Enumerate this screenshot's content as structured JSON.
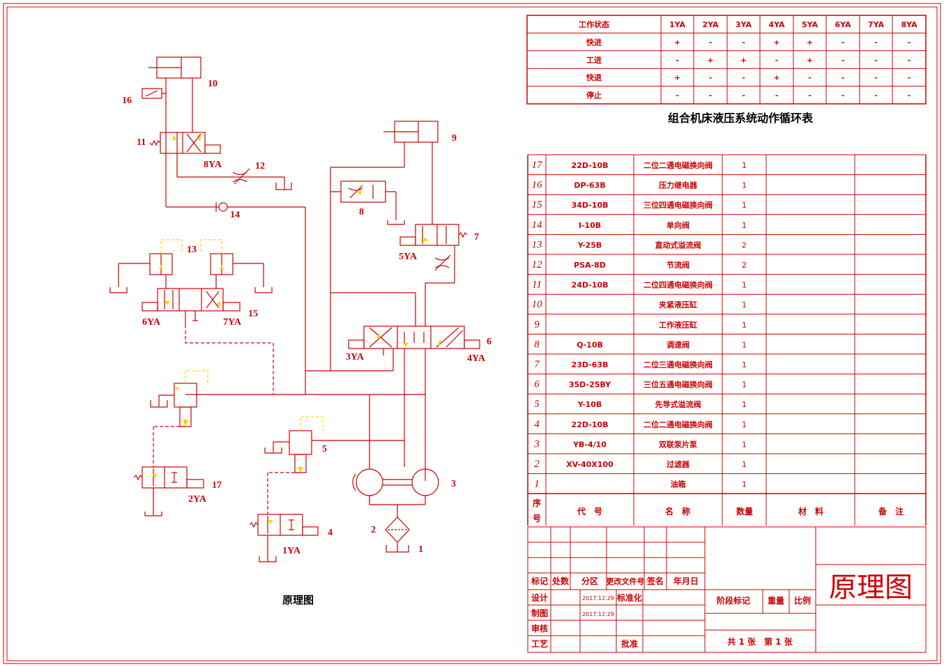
{
  "diagram": {
    "caption": "原理图",
    "labels": {
      "n1": "1",
      "n2": "2",
      "n3": "3",
      "n4": "4",
      "n5": "5",
      "n6": "6",
      "n7": "7",
      "n8": "8",
      "n9": "9",
      "n10": "10",
      "n11": "11",
      "n12": "12",
      "n13": "13",
      "n14": "14",
      "n15": "15",
      "n16": "16",
      "n17": "17",
      "ya1": "1YA",
      "ya2": "2YA",
      "ya3": "3YA",
      "ya4": "4YA",
      "ya5": "5YA",
      "ya6": "6YA",
      "ya7": "7YA",
      "ya8": "8YA"
    }
  },
  "action_table": {
    "title": "组合机床液压系统动作循环表",
    "header": [
      "工作状态",
      "1YA",
      "2YA",
      "3YA",
      "4YA",
      "5YA",
      "6YA",
      "7YA",
      "8YA"
    ],
    "rows": [
      [
        "快进",
        "+",
        "-",
        "-",
        "+",
        "+",
        "-",
        "-",
        "-"
      ],
      [
        "工进",
        "-",
        "+",
        "+",
        "-",
        "+",
        "-",
        "-",
        "-"
      ],
      [
        "快退",
        "+",
        "-",
        "-",
        "+",
        "-",
        "-",
        "-",
        "-"
      ],
      [
        "停止",
        "-",
        "-",
        "-",
        "-",
        "-",
        "-",
        "-",
        "-"
      ]
    ]
  },
  "parts_list": {
    "rows": [
      [
        "17",
        "22D-10B",
        "二位二通电磁换向阀",
        "1"
      ],
      [
        "16",
        "DP-63B",
        "压力继电器",
        "1"
      ],
      [
        "15",
        "34D-10B",
        "三位四通电磁换向阀",
        "1"
      ],
      [
        "14",
        "I-10B",
        "单向阀",
        "1"
      ],
      [
        "13",
        "Y-25B",
        "直动式溢流阀",
        "2"
      ],
      [
        "12",
        "PSA-8D",
        "节流阀",
        "2"
      ],
      [
        "11",
        "24D-10B",
        "二位四通电磁换向阀",
        "1"
      ],
      [
        "10",
        "",
        "夹紧液压缸",
        "1"
      ],
      [
        "9",
        "",
        "工作液压缸",
        "1"
      ],
      [
        "8",
        "Q-10B",
        "调速阀",
        "1"
      ],
      [
        "7",
        "23D-63B",
        "二位三通电磁换向阀",
        "1"
      ],
      [
        "6",
        "35D-25BY",
        "三位五通电磁换向阀",
        "1"
      ],
      [
        "5",
        "Y-10B",
        "先导式溢流阀",
        "1"
      ],
      [
        "4",
        "22D-10B",
        "二位二通电磁换向阀",
        "1"
      ],
      [
        "3",
        "YB-4/10",
        "双联泵片泵",
        "1"
      ],
      [
        "2",
        "XV-40X100",
        "过滤器",
        "1"
      ],
      [
        "1",
        "",
        "油箱",
        "1"
      ]
    ],
    "header": {
      "seq_1": "序",
      "seq_2": "号",
      "code": "代　号",
      "name": "名　称",
      "qty": "数量",
      "material": "材　料",
      "note": "备　注"
    }
  },
  "title_block": {
    "r_mark": "标记",
    "r_count": "处数",
    "r_zone": "分区",
    "r_docno": "更改文件号",
    "r_sign": "签名",
    "r_date": "年月日",
    "design": "设计",
    "draw": "制图",
    "review": "审核",
    "process": "工艺",
    "standard": "标准化",
    "approve": "批准",
    "date1": "2017.12.29",
    "date2": "2017.12.29",
    "stage": "阶段标记",
    "weight": "重量",
    "scale": "比例",
    "sheets": "共 1 张　第 1 张",
    "drawing_name": "原理图"
  },
  "colors": {
    "line": "#cc0000",
    "accent": "#f5d800",
    "text_black": "#000000"
  }
}
